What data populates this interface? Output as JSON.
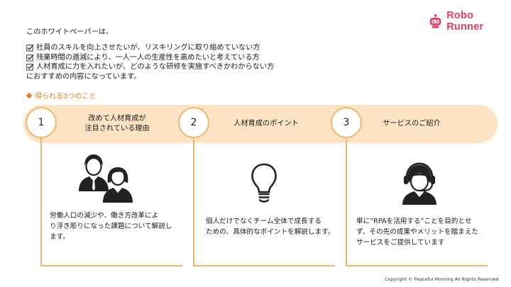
{
  "logo": {
    "text": "Robo Runner"
  },
  "intro": {
    "heading": "このホワイトペーパーは、",
    "items": [
      "社員のスキルを向上させたいが、リスキリングに取り組めていない方",
      "残業時間の逓減により、一人一人の生産性を高めたいと考えている方",
      "人材育成に力を入れたいが、どのような研修を実施すべきかわからない方"
    ],
    "tail": "におすすめの内容になっています。"
  },
  "benefits_heading": "得られる3つのこと",
  "steps": [
    {
      "number": "1",
      "title_lines": [
        "改めて人材育成が",
        "注目されている理由"
      ],
      "icon": "business-people-icon",
      "body_lines": [
        "労働人口の減少や、働き方改革によ",
        "り浮き彫りになった課題について解説し",
        "ます。"
      ]
    },
    {
      "number": "2",
      "title_lines": [
        "人材育成のポイント"
      ],
      "icon": "light-bulb-icon",
      "body_lines": [
        "個人だけでなくチーム全体で成長する",
        "ための、具体的なポイントを解説します。"
      ]
    },
    {
      "number": "3",
      "title_lines": [
        "サービスのご紹介"
      ],
      "icon": "support-operator-icon",
      "body_lines": [
        "単に”RPAを活用する”ことを目的とせ",
        "ず、その先の成果やメリットを踏まえた",
        "サービスをご提供しています"
      ]
    }
  ],
  "colors": {
    "accent": "#EA7A1F",
    "band": "#FBE3C4",
    "line": "#F3B56A",
    "logo": "#EA3D5A"
  },
  "footer": "Copyright © Peaceful Morning All Rights Reserved"
}
